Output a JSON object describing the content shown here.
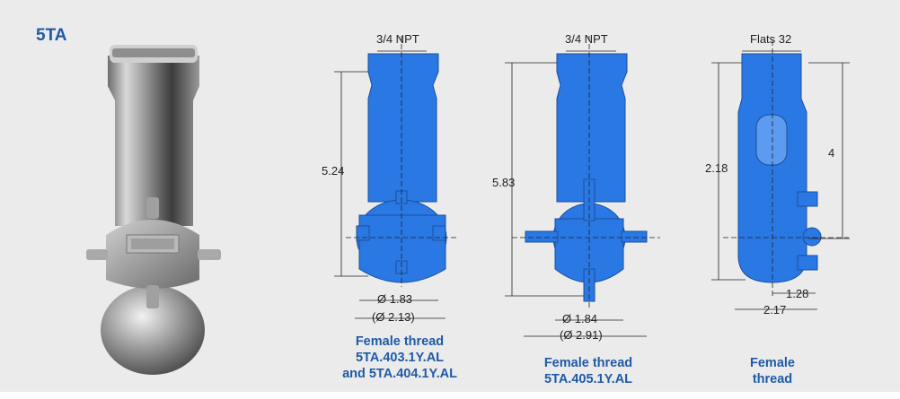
{
  "product": {
    "title": "5TA"
  },
  "drawings": [
    {
      "top_label": "3/4 NPT",
      "height_label": "5.24",
      "dia_inner": "Ø 1.83",
      "dia_outer": "(Ø 2.13)",
      "caption_lines": [
        "Female thread",
        "5TA.403.1Y.AL",
        "and 5TA.404.1Y.AL"
      ]
    },
    {
      "top_label": "3/4 NPT",
      "height_label": "5.83",
      "dia_inner": "Ø 1.84",
      "dia_outer": "(Ø 2.91)",
      "caption_lines": [
        "Female thread",
        "5TA.405.1Y.AL"
      ]
    },
    {
      "top_label": "Flats 32",
      "height_left": "2.18",
      "height_right": "4",
      "width_small": "1.28",
      "width_large": "2.17",
      "caption_lines": [
        "Female",
        "thread"
      ]
    }
  ],
  "colors": {
    "accent": "#1f5aa6",
    "drawing_fill": "#2a78e4",
    "background": "#ebebeb"
  }
}
